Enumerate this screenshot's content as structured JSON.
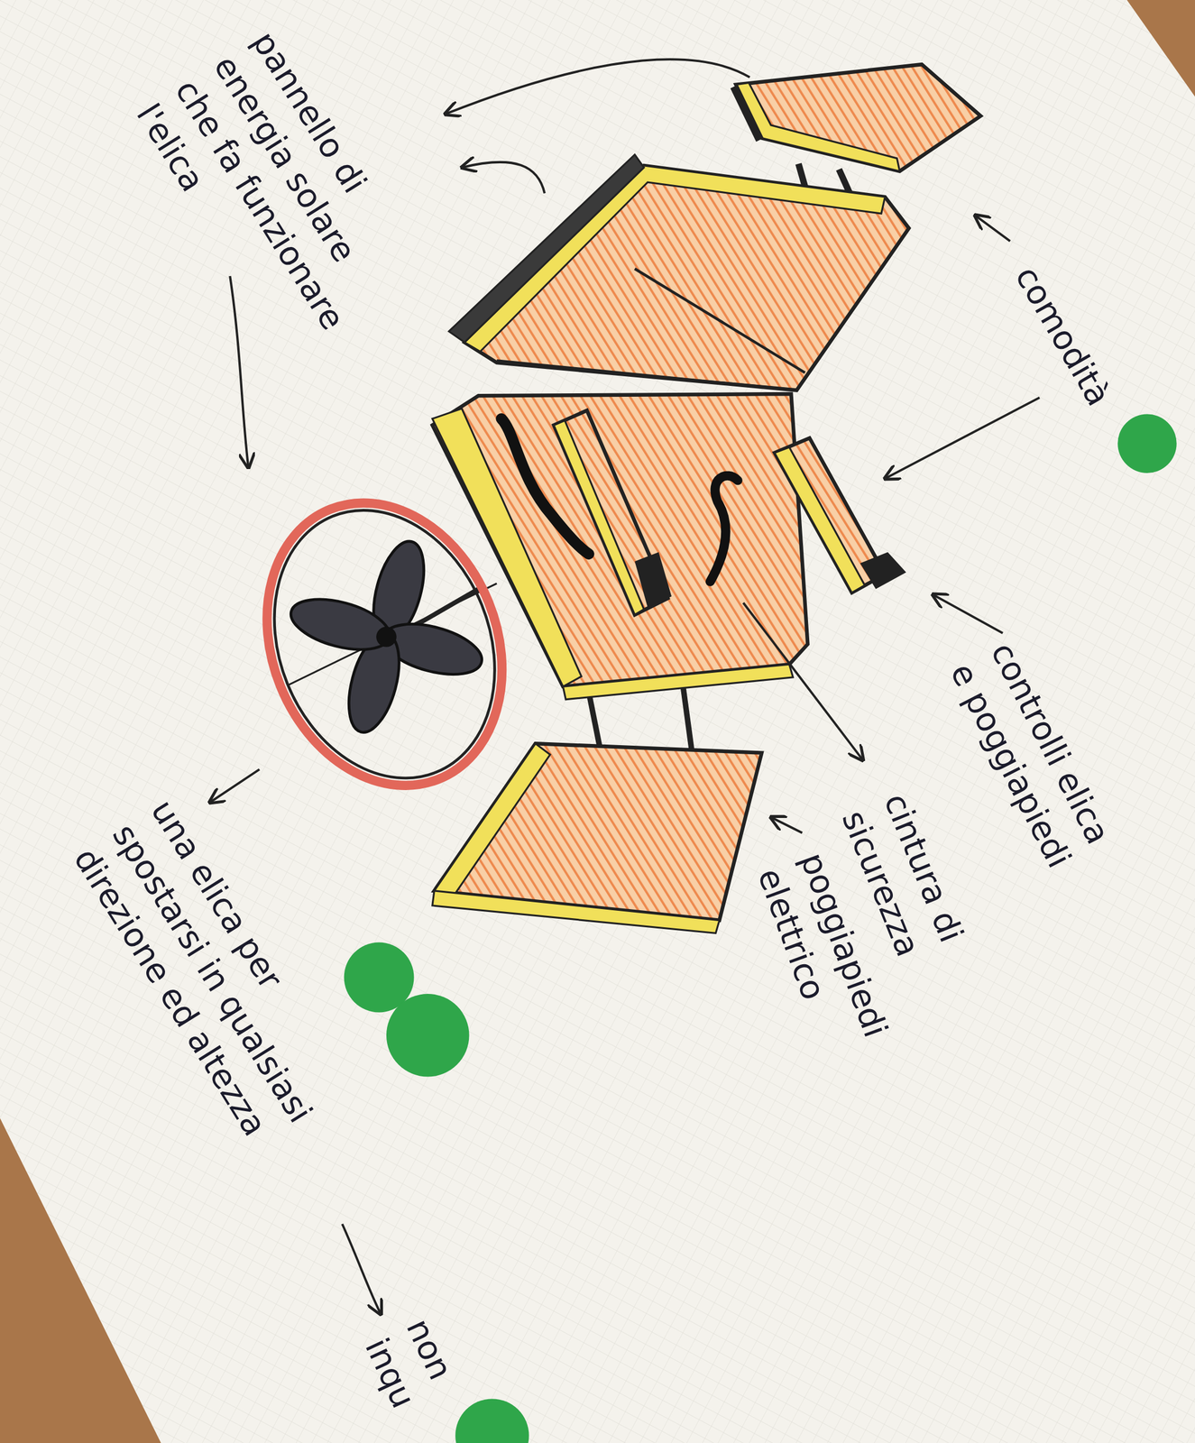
{
  "diagram": {
    "labels": [
      "pannello di energia solare che fa funzionare l'elica",
      "comodità",
      "controlli elica e poggiapiedi",
      "cintura di sicurezza",
      "poggiapiedi elettrico",
      "una elica per spostarsi in qualsiasi direzione ed altezza",
      "non inqu"
    ]
  }
}
